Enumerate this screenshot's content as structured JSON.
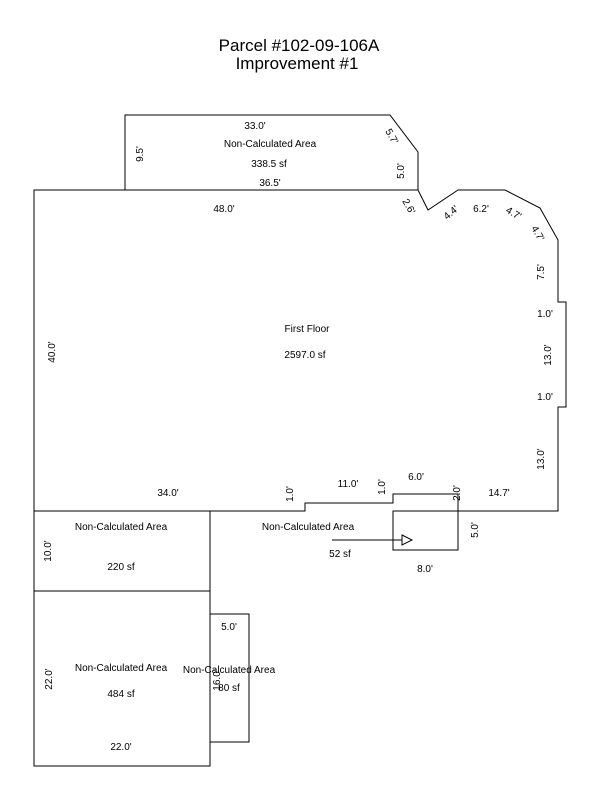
{
  "title": {
    "line1": "Parcel #102-09-106A",
    "line2": "Improvement #1"
  },
  "areas": {
    "top": {
      "name": "Non-Calculated Area",
      "area": "338.5 sf"
    },
    "main": {
      "name": "First Floor",
      "area": "2597.0 sf"
    },
    "left_upper": {
      "name": "Non-Calculated Area",
      "area": "220 sf"
    },
    "left_lower": {
      "name": "Non-Calculated Area",
      "area": "484 sf"
    },
    "small": {
      "name": "Non-Calculated Area",
      "area": "80 sf"
    },
    "bottom_middle": {
      "name": "Non-Calculated Area",
      "area": "52 sf"
    }
  },
  "dimensions": {
    "top_area_top": "33.0'",
    "top_area_left": "9.5'",
    "top_area_diag": "5.7'",
    "top_area_right": "5.0'",
    "top_area_bottom": "36.5'",
    "main_top": "48.0'",
    "diag_26": "2.6'",
    "diag_44": "4.4'",
    "seg_62": "6.2'",
    "diag_47a": "4.7'",
    "diag_47b": "4.7'",
    "right_75": "7.5'",
    "bay_10_top": "1.0'",
    "bay_130": "13.0'",
    "bay_10_bottom": "1.0'",
    "right_130": "13.0'",
    "main_left": "40.0'",
    "main_bottom_34": "34.0'",
    "step_10a": "1.0'",
    "bottom_110": "11.0'",
    "step_10b": "1.0'",
    "notch_60": "6.0'",
    "notch_20": "2.0'",
    "bottom_147": "14.7'",
    "notch_50": "5.0'",
    "notch_80": "8.0'",
    "left_upper_side": "10.0'",
    "left_lower_side": "22.0'",
    "left_lower_bottom": "22.0'",
    "small_top": "5.0'",
    "small_side": "16.0'"
  }
}
